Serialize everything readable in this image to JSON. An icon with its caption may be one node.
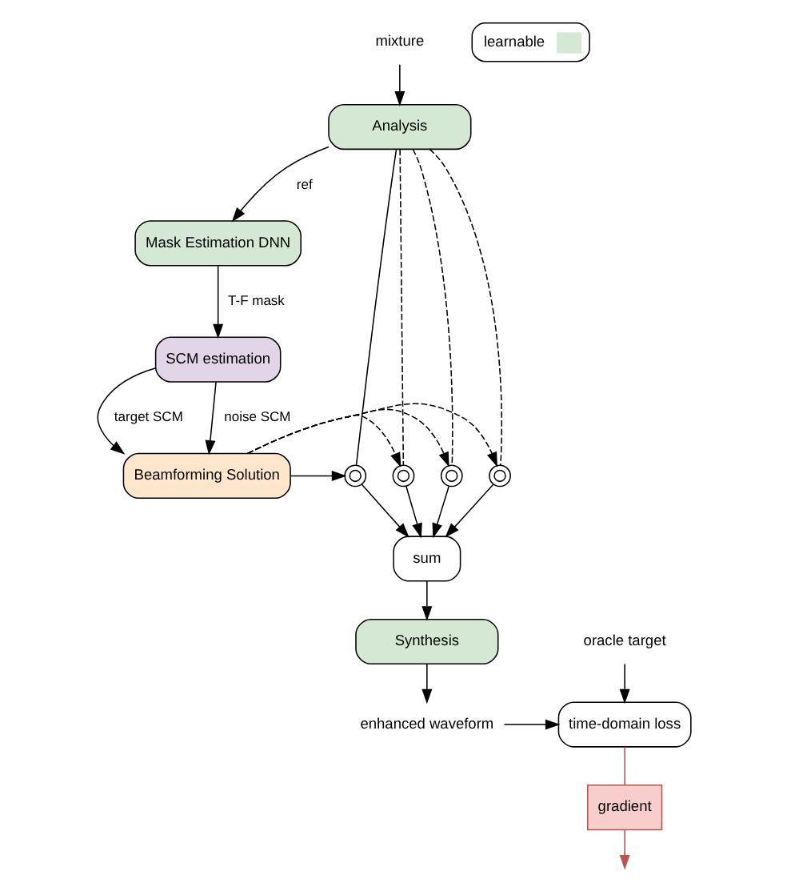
{
  "diagram": {
    "nodes": [
      {
        "text": [
          "mixture"
        ]
      },
      {
        "text": [
          "Analysis"
        ]
      },
      {
        "text": [
          "Mask Estimation DNN"
        ]
      },
      {
        "text": [
          "SCM estimation"
        ]
      },
      {
        "text": [
          "Beamforming Solution"
        ]
      },
      {
        "text": [],
        "shape": "circle"
      },
      {
        "text": [],
        "shape": "circle"
      },
      {
        "text": [],
        "shape": "circle"
      },
      {
        "text": [],
        "shape": "circle"
      },
      {
        "text": [
          "sum"
        ]
      },
      {
        "text": [
          "Synthesis"
        ]
      },
      {
        "text": [
          "enhanced waveform"
        ]
      },
      {
        "text": [
          "oracle target"
        ]
      },
      {
        "text": [
          "time-domain loss"
        ]
      },
      {
        "text": [
          "gradient"
        ]
      }
    ],
    "edges": [
      {
        "from": 0,
        "to": 1,
        "arrow": "to"
      },
      {
        "from": 1,
        "to": 2,
        "arrow": "to",
        "label": "ref"
      },
      {
        "from": 2,
        "to": 3,
        "arrow": "to",
        "label": "T-F mask"
      },
      {
        "from": 3,
        "to": 4,
        "arrow": "to",
        "label": "target SCM"
      },
      {
        "from": 3,
        "to": 4,
        "arrow": "to",
        "label": "noise SCM"
      },
      {
        "from": 1,
        "to": 5,
        "arrow": "none"
      },
      {
        "from": 1,
        "to": 6,
        "arrow": "none",
        "style": "dashed"
      },
      {
        "from": 1,
        "to": 7,
        "arrow": "none",
        "style": "dashed"
      },
      {
        "from": 1,
        "to": 8,
        "arrow": "none",
        "style": "dashed"
      },
      {
        "from": 4,
        "to": 5,
        "arrow": "to"
      },
      {
        "from": 4,
        "to": 6,
        "arrow": "to",
        "style": "dashed"
      },
      {
        "from": 4,
        "to": 7,
        "arrow": "to",
        "style": "dashed"
      },
      {
        "from": 4,
        "to": 8,
        "arrow": "to",
        "style": "dashed"
      },
      {
        "from": 5,
        "to": 9,
        "arrow": "to"
      },
      {
        "from": 6,
        "to": 9,
        "arrow": "to"
      },
      {
        "from": 7,
        "to": 9,
        "arrow": "to"
      },
      {
        "from": 8,
        "to": 9,
        "arrow": "to"
      },
      {
        "from": 9,
        "to": 10,
        "arrow": "to"
      },
      {
        "from": 10,
        "to": 11,
        "arrow": "to"
      },
      {
        "from": 11,
        "to": 13,
        "arrow": "to"
      },
      {
        "from": 12,
        "to": 13,
        "arrow": "to"
      },
      {
        "from": 13,
        "to": 14,
        "arrow": "none",
        "color": "#b85450"
      },
      {
        "from": 14,
        "to": null,
        "arrow": "to",
        "color": "#b85450"
      }
    ],
    "legend": [
      {
        "text": "learnable",
        "color": "#d5e8d4"
      }
    ]
  }
}
